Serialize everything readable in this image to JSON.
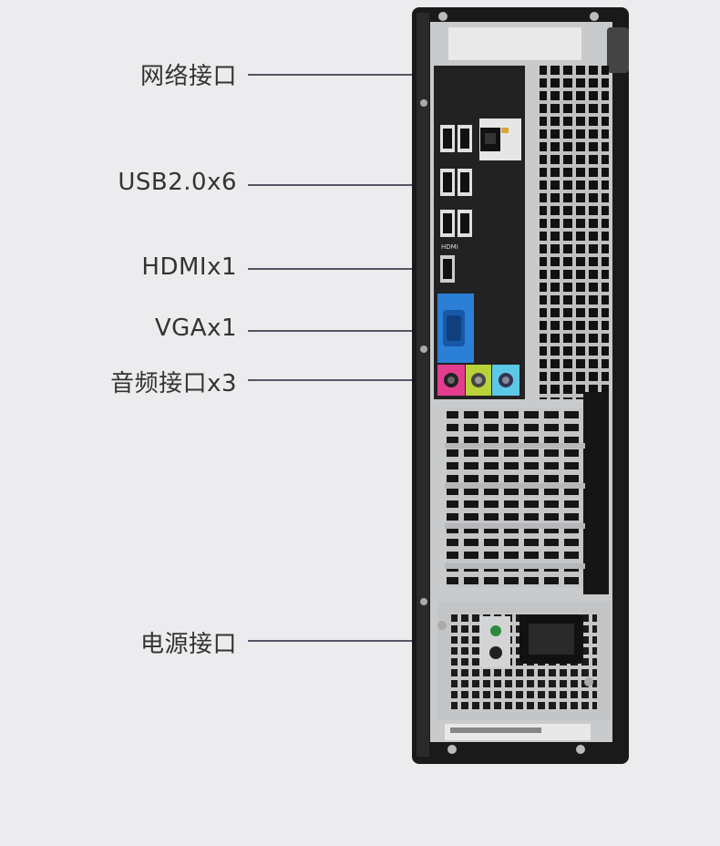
{
  "callouts": {
    "network": "网络接口",
    "usb": "USB2.0x6",
    "hdmi": "HDMIx1",
    "vga": "VGAx1",
    "audio": "音频接口x3",
    "power": "电源接口"
  },
  "ports": {
    "hdmi_mark": "HDMI"
  },
  "colors": {
    "background": "#ececef",
    "chassis": "#1a1a1a",
    "metal": "#c9cacb",
    "vga_blue": "#2c7fd6",
    "audio_pink": "#e23d8e",
    "audio_green": "#b8d23a",
    "audio_blue": "#5cc8e6"
  }
}
